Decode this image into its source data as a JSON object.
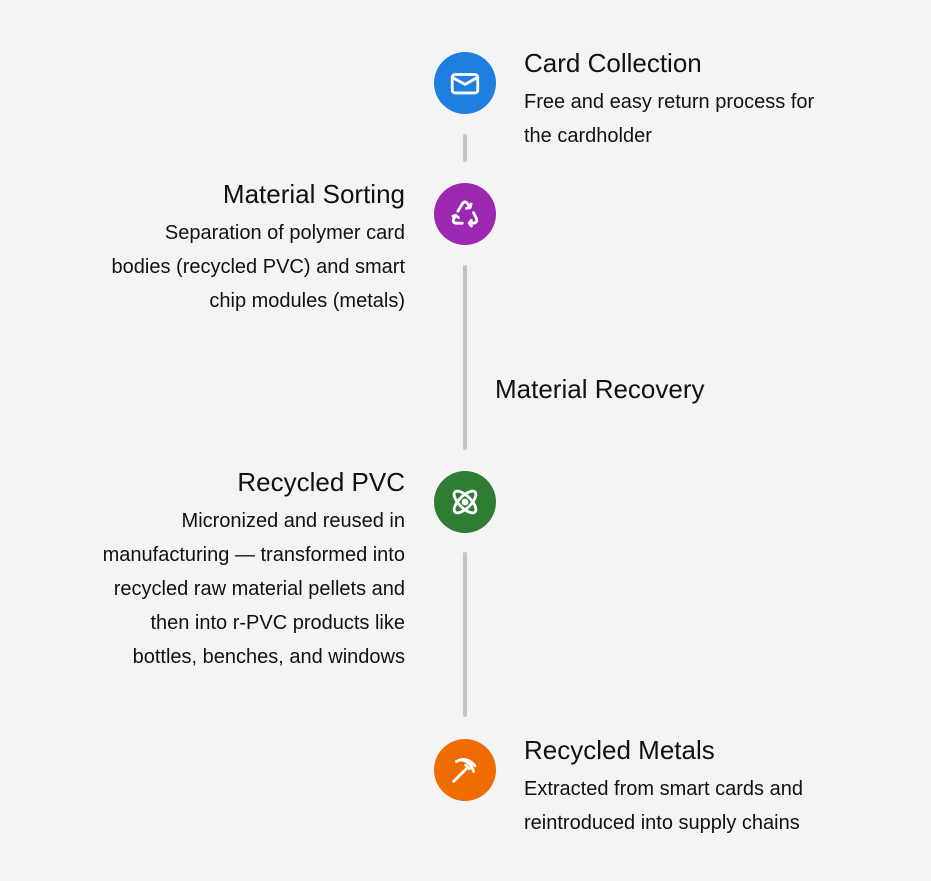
{
  "steps": [
    {
      "title": "Card Collection",
      "description": "Free and easy return process for the cardholder",
      "icon": "envelope-icon",
      "color": "#1f7fe0"
    },
    {
      "title": "Material Sorting",
      "description": "Separation of polymer card bodies (recycled PVC) and smart chip modules (metals)",
      "icon": "recycle-icon",
      "color": "#9c27b0"
    },
    {
      "title": "Recycled PVC",
      "description": "Micronized and reused in manufacturing — transformed into recycled raw material pellets and then into r-PVC products like bottles, benches, and windows",
      "icon": "atom-icon",
      "color": "#2e7d32"
    },
    {
      "title": "Recycled Metals",
      "description": "Extracted from smart cards and reintroduced into supply chains",
      "icon": "pickaxe-icon",
      "color": "#ef6c00"
    }
  ],
  "phase_label": "Material Recovery"
}
